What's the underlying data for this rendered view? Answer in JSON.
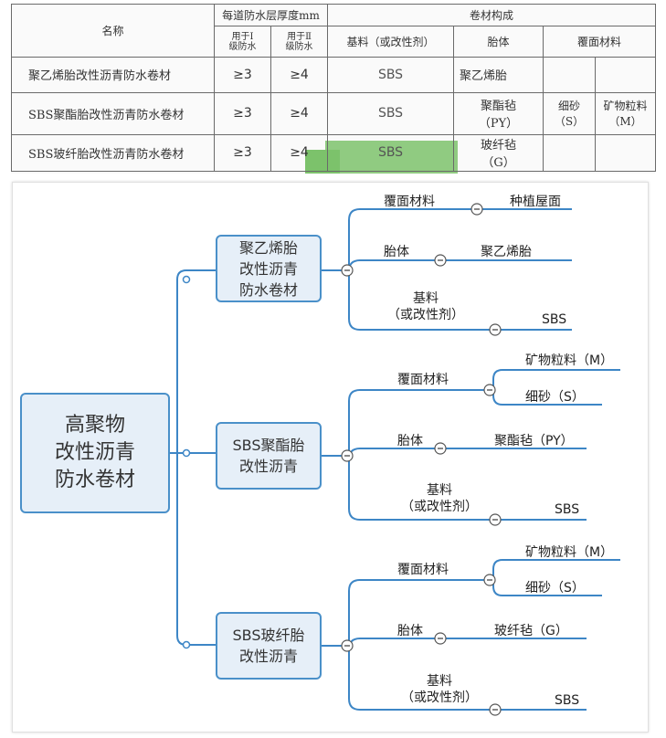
{
  "table": {
    "header": {
      "name": "名称",
      "thickness": "每道防水层厚度mm",
      "grade1": "用于Ⅰ\n级防水",
      "grade2": "用于Ⅱ\n级防水",
      "composition": "卷材构成",
      "base": "基料（或改性剂）",
      "carrier": "胎体",
      "cover": "覆面材料"
    },
    "rows": [
      {
        "name": "聚乙烯胎改性沥青防水卷材",
        "g1": "≥3",
        "g2": "≥4",
        "base": "SBS",
        "carrier": "聚乙烯胎",
        "cover1": "",
        "cover2": ""
      },
      {
        "name": "SBS聚酯胎改性沥青防水卷材",
        "g1": "≥3",
        "g2": "≥4",
        "base": "SBS",
        "carrier": "聚酯毡\n（PY）",
        "cover1": "细砂\n（S）",
        "cover2": "矿物粒料\n（M）"
      },
      {
        "name": "SBS玻纤胎改性沥青防水卷材",
        "g1": "≥3",
        "g2": "≥4",
        "base": "SBS",
        "carrier": "玻纤毡\n（G）",
        "cover1": "",
        "cover2": ""
      }
    ]
  },
  "mindmap": {
    "root": "高聚物\n改性沥青\n防水卷材",
    "branches": [
      {
        "label": "聚乙烯胎\n改性沥青\n防水卷材",
        "cover_label": "覆面材料",
        "cover_value": "种植屋面",
        "carrier_label": "胎体",
        "carrier_value": "聚乙烯胎",
        "base_label": "基料\n（或改性剂）",
        "base_value": "SBS"
      },
      {
        "label": "SBS聚酯胎\n改性沥青",
        "cover_label": "覆面材料",
        "cover_value1": "矿物粒料（M）",
        "cover_value2": "细砂（S）",
        "carrier_label": "胎体",
        "carrier_value": "聚酯毡（PY）",
        "base_label": "基料\n（或改性剂）",
        "base_value": "SBS"
      },
      {
        "label": "SBS玻纤胎\n改性沥青",
        "cover_label": "覆面材料",
        "cover_value1": "矿物粒料（M）",
        "cover_value2": "细砂（S）",
        "carrier_label": "胎体",
        "carrier_value": "玻纤毡（G）",
        "base_label": "基料\n（或改性剂）",
        "base_value": "SBS"
      }
    ]
  },
  "colors": {
    "line": "#3d86c6",
    "node_fill": "#e6eff8",
    "node_border": "#4a90c9",
    "highlight": "#7cc26b"
  }
}
